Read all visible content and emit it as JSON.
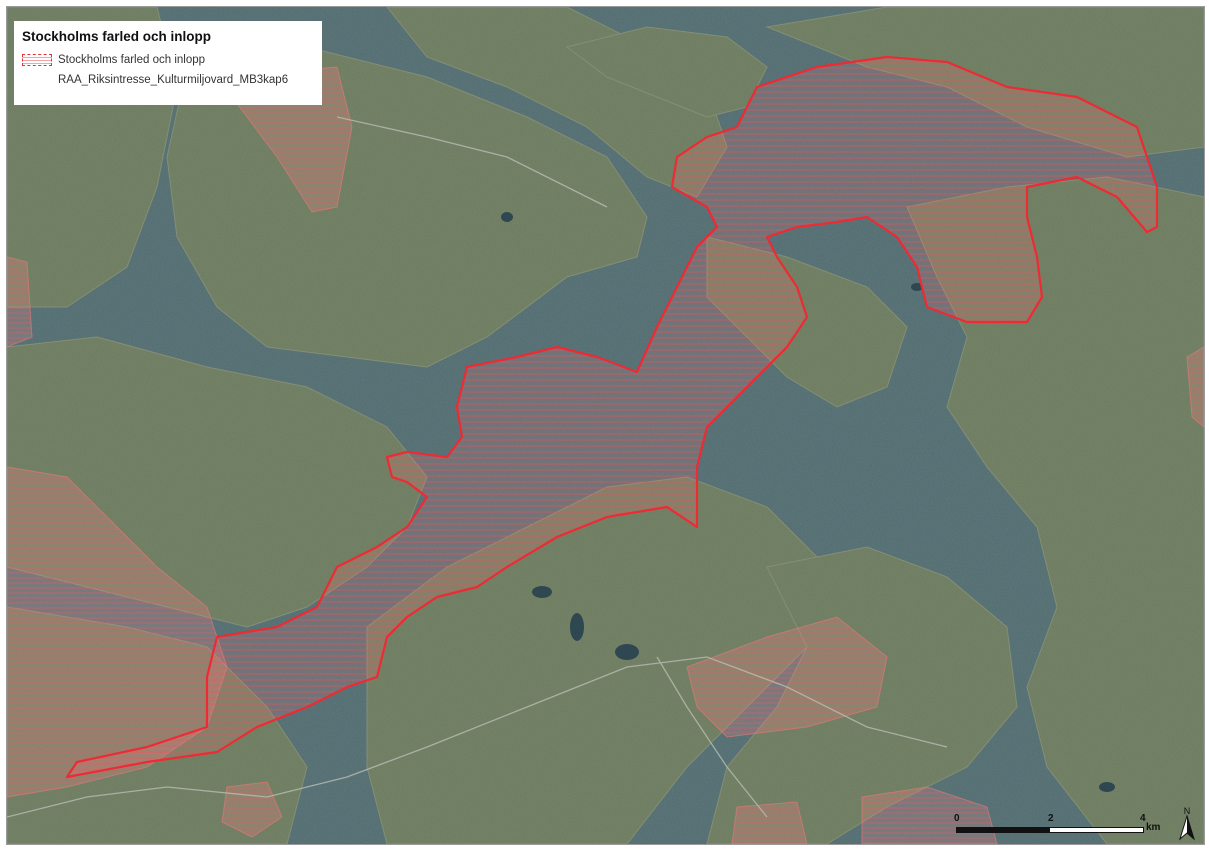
{
  "legend": {
    "title": "Stockholms farled och inlopp",
    "items": [
      {
        "label": "Stockholms farled och inlopp",
        "symbol": "dashed-hatched-polygon",
        "color": "#e8313a"
      },
      {
        "label": "RAA_Riksintresse_Kulturmiljovard_MB3kap6",
        "symbol": "none"
      }
    ]
  },
  "scalebar": {
    "ticks": [
      "0",
      "2",
      "4"
    ],
    "unit": "km"
  },
  "north_arrow": {
    "label": "N",
    "icon": "north-arrow-icon"
  },
  "colors": {
    "water": "#4f6b73",
    "land": "#6e7d60",
    "boundary": "#e8313a",
    "hatch": "rgba(232,49,58,0.35)"
  }
}
